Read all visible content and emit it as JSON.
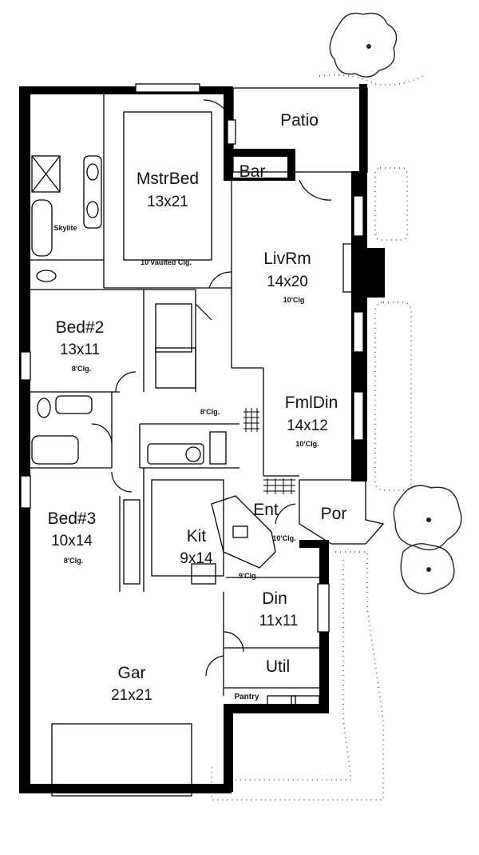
{
  "rooms": {
    "master_bed": {
      "name": "MstrBed",
      "size": "13x21",
      "ceiling": "10'Vaulted Clg."
    },
    "skylite": "Skylite",
    "patio": "Patio",
    "bar": "Bar",
    "living_room": {
      "name": "LivRm",
      "size": "14x20",
      "ceiling": "10'Clg"
    },
    "bed2": {
      "name": "Bed#2",
      "size": "13x11",
      "ceiling": "8'Clg."
    },
    "hall_ceiling": "8'Clg.",
    "family_dining": {
      "name": "FmlDin",
      "size": "14x12",
      "ceiling": "10'Clg."
    },
    "entry": {
      "name": "Ent",
      "ceiling": "10'Clg."
    },
    "porch": "Por",
    "bed3": {
      "name": "Bed#3",
      "size": "10x14",
      "ceiling": "8'Clg."
    },
    "kitchen": {
      "name": "Kit",
      "size": "9x14",
      "ceiling": "9'Clg."
    },
    "dining": {
      "name": "Din",
      "size": "11x11"
    },
    "utility": "Util",
    "pantry": "Pantry",
    "garage": {
      "name": "Gar",
      "size": "21x21"
    }
  }
}
